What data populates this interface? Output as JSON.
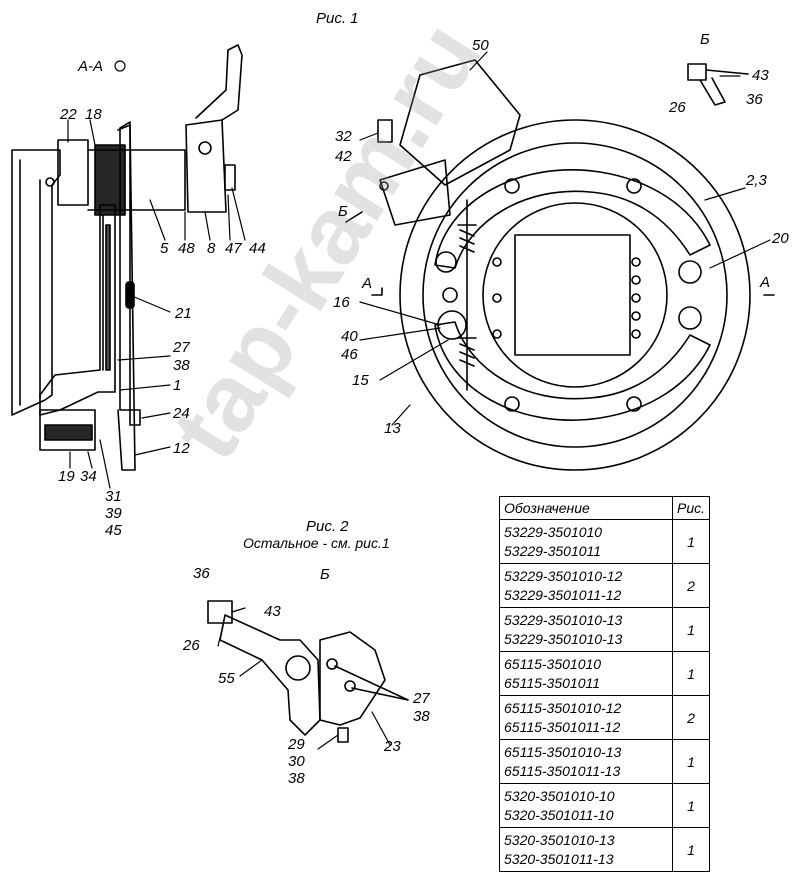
{
  "figure1": {
    "title": "Рис. 1",
    "section_label": "А-А",
    "view_label": "Б"
  },
  "figure2": {
    "title": "Рис. 2",
    "subtitle": "Остальное - см. рис.1",
    "view_label": "Б"
  },
  "callouts": {
    "c50": "50",
    "c32": "32",
    "c42": "42",
    "c23": "2,3",
    "c20": "20",
    "cA1": "А",
    "cA2": "А",
    "c16": "16",
    "c40": "40",
    "c46": "46",
    "c15": "15",
    "c13": "13",
    "cB1": "Б",
    "cB2": "Б",
    "c43": "43",
    "c36": "36",
    "c26": "26",
    "c22": "22",
    "c18": "18",
    "c5": "5",
    "c48": "48",
    "c8": "8",
    "c47": "47",
    "c44": "44",
    "c21": "21",
    "c27": "27",
    "c38": "38",
    "c1": "1",
    "c24": "24",
    "c12": "12",
    "c19": "19",
    "c34": "34",
    "c31": "31",
    "c39": "39",
    "c45": "45",
    "f2_36": "36",
    "f2_43": "43",
    "f2_26": "26",
    "f2_55": "55",
    "f2_27": "27",
    "f2_38a": "38",
    "f2_29": "29",
    "f2_30": "30",
    "f2_38b": "38",
    "f2_23": "23"
  },
  "watermark": "tap-kam.ru",
  "table": {
    "headers": [
      "Обозначение",
      "Рис."
    ],
    "rows": [
      {
        "d1": "53229-3501010",
        "d2": "53229-3501011",
        "fig": "1"
      },
      {
        "d1": "53229-3501010-12",
        "d2": "53229-3501011-12",
        "fig": "2"
      },
      {
        "d1": "53229-3501010-13",
        "d2": "53229-3501010-13",
        "fig": "1"
      },
      {
        "d1": "65115-3501010",
        "d2": "65115-3501011",
        "fig": "1"
      },
      {
        "d1": "65115-3501010-12",
        "d2": "65115-3501011-12",
        "fig": "2"
      },
      {
        "d1": "65115-3501010-13",
        "d2": "65115-3501011-13",
        "fig": "1"
      },
      {
        "d1": "5320-3501010-10",
        "d2": "5320-3501011-10",
        "fig": "1"
      },
      {
        "d1": "5320-3501010-13",
        "d2": "5320-3501011-13",
        "fig": "1"
      }
    ]
  }
}
